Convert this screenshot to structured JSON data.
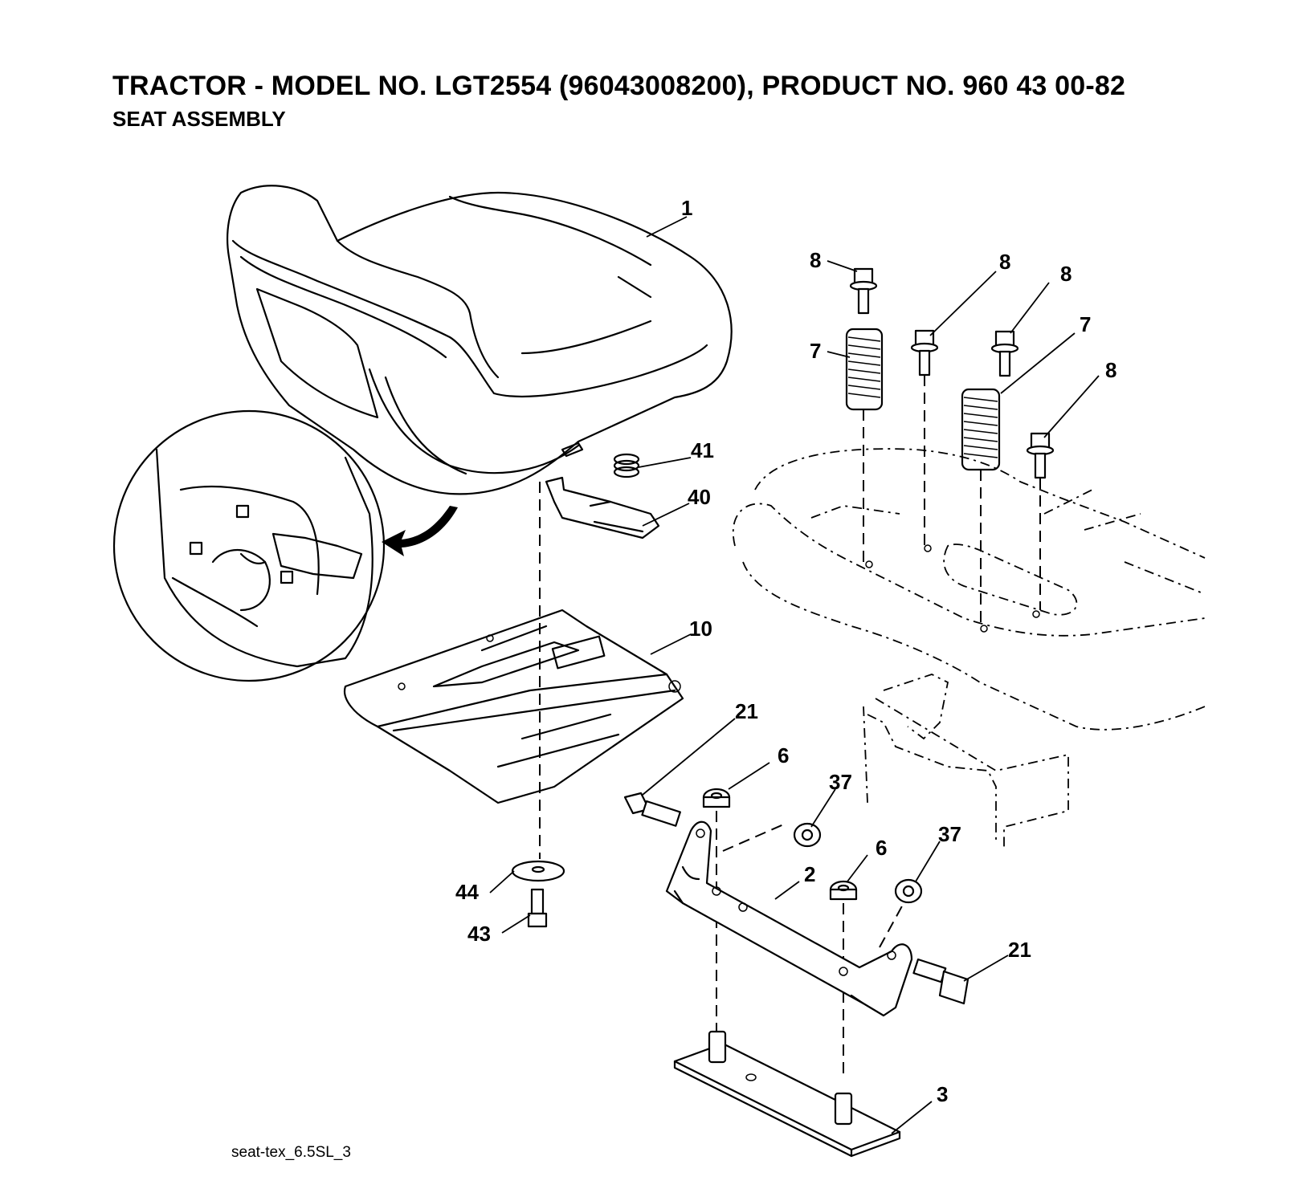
{
  "header": {
    "title": "TRACTOR - MODEL NO. LGT2554 (96043008200), PRODUCT NO. 960 43 00-82",
    "subtitle": "SEAT ASSEMBLY"
  },
  "footer": {
    "drawing_code": "seat-tex_6.5SL_3"
  },
  "callouts": {
    "seat": "1",
    "bolt_top_left": "8",
    "bolt_top_mid": "8",
    "bolt_top_right": "8",
    "bolt_right": "8",
    "spring_left": "7",
    "spring_right": "7",
    "spring_small": "41",
    "clip": "40",
    "seat_pan": "10",
    "bolt_pivot_left": "21",
    "bolt_pivot_right": "21",
    "nut_left": "6",
    "nut_right": "6",
    "nut_flange_left": "37",
    "nut_flange_right": "37",
    "bracket": "2",
    "plate": "3",
    "washer": "44",
    "screw": "43"
  }
}
